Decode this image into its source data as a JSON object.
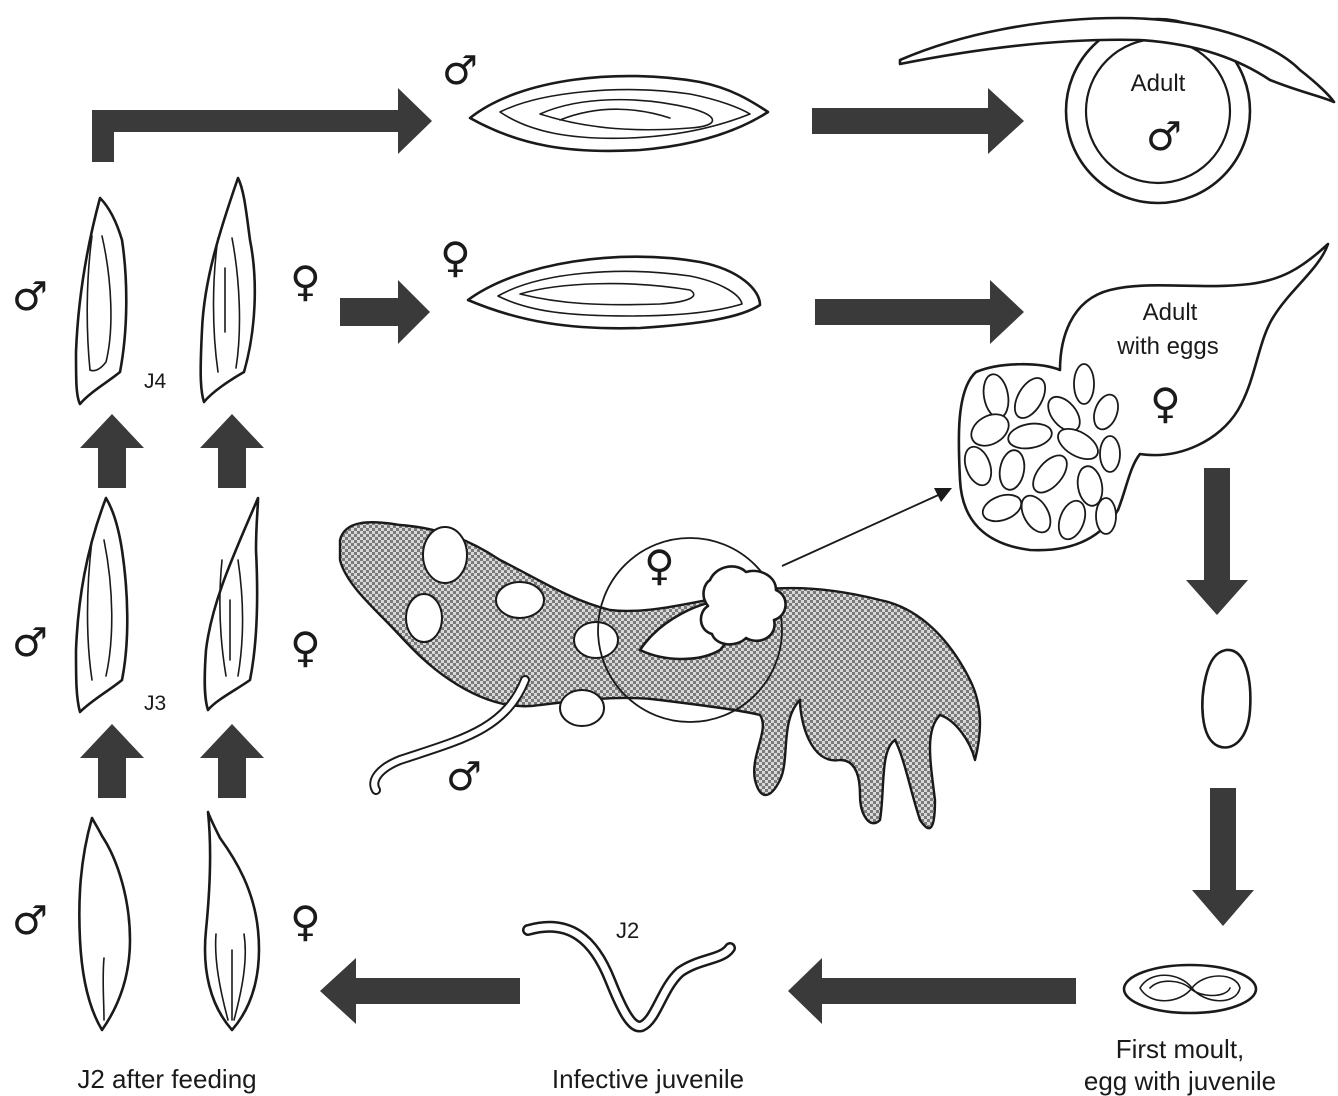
{
  "labels": {
    "adult_male": "Adult",
    "adult_female_line1": "Adult",
    "adult_female_line2": "with eggs",
    "j4": "J4",
    "j3": "J3",
    "j2": "J2",
    "j2_after_feeding": "J2 after feeding",
    "infective_juvenile": "Infective juvenile",
    "first_moult_line1": "First moult,",
    "first_moult_line2": "egg with juvenile"
  },
  "symbols": {
    "male": "♂",
    "female": "♀"
  },
  "colors": {
    "arrow": "#3a3a3a",
    "line": "#1a1a1a",
    "root_fill": "#a9a9a9"
  }
}
